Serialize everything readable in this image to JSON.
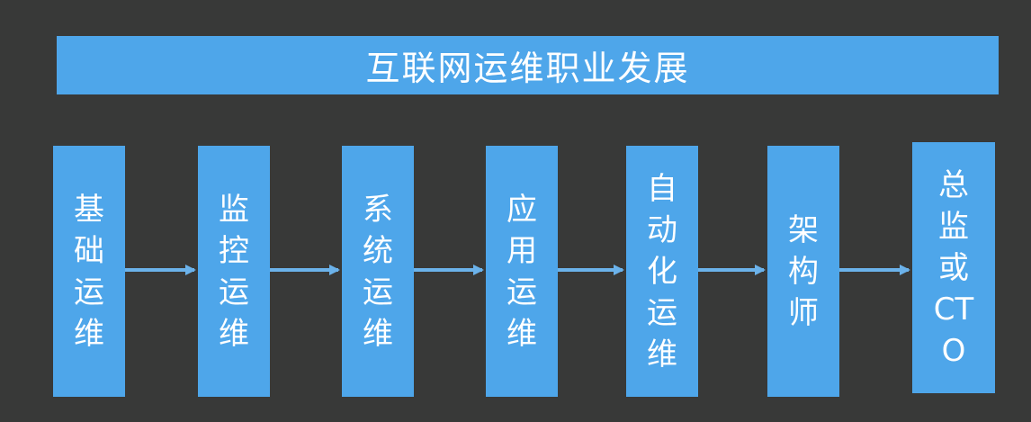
{
  "title": "互联网运维职业发展",
  "colors": {
    "background": "#383938",
    "box_fill": "#4ea6ea",
    "text": "#ffffff",
    "arrow": "#6bb2ea"
  },
  "stages": [
    {
      "label": "基\n础\n运\n维"
    },
    {
      "label": "监\n控\n运\n维"
    },
    {
      "label": "系\n统\n运\n维"
    },
    {
      "label": "应\n用\n运\n维"
    },
    {
      "label": "自\n动\n化\n运\n维"
    },
    {
      "label": "架\n构\n师"
    },
    {
      "label": "总\n监\n或\nCT\nO"
    }
  ]
}
